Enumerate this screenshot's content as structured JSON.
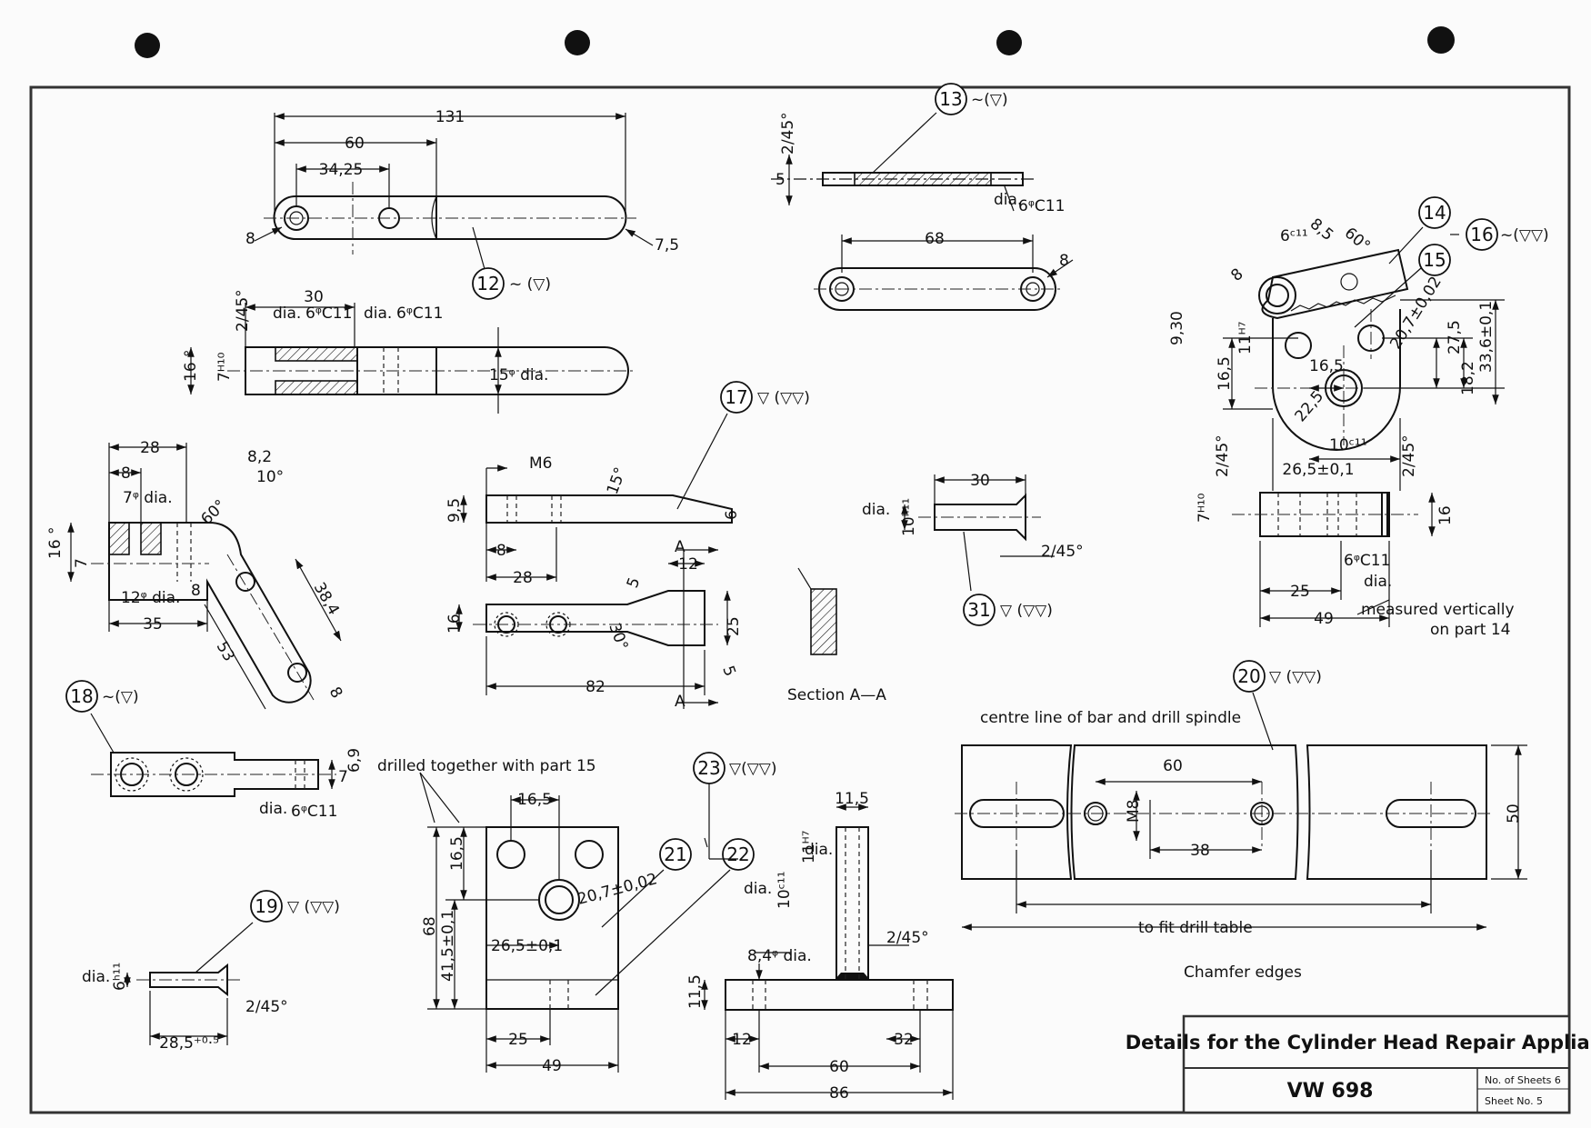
{
  "title_block": {
    "title": "Details for the Cylinder Head Repair Appliance",
    "drawing_no": "VW 698",
    "sheets_label": "No. of Sheets 6",
    "sheet_label": "Sheet No. 5"
  },
  "parts": {
    "p12": {
      "num": "12",
      "finish": "~ (▽)"
    },
    "p13": {
      "num": "13",
      "finish": "~(▽)"
    },
    "p14": {
      "num": "14"
    },
    "p15": {
      "num": "15"
    },
    "p16": {
      "num": "16",
      "finish": "~(▽▽)"
    },
    "p17": {
      "num": "17",
      "finish": "▽ (▽▽)"
    },
    "p18": {
      "num": "18",
      "finish": "~(▽)"
    },
    "p19": {
      "num": "19",
      "finish": "▽ (▽▽)"
    },
    "p20": {
      "num": "20",
      "finish": "▽ (▽▽)"
    },
    "p21": {
      "num": "21"
    },
    "p22": {
      "num": "22"
    },
    "p23": {
      "num": "23",
      "finish": "▽(▽▽)"
    },
    "p31": {
      "num": "31",
      "finish": "▽ (▽▽)"
    }
  },
  "notes": {
    "section": "Section A—A",
    "centre_line": "centre line of bar and drill spindle",
    "fit_table": "to fit drill table",
    "chamfer": "Chamfer edges",
    "drilled_together": "drilled together with part 15",
    "measured": "measured vertically",
    "on_part": "on part 14",
    "dia": "dia.",
    "A": "A"
  },
  "dims": {
    "p12": [
      "131",
      "60",
      "34,25",
      "8",
      "7,5",
      "30",
      "2/45°",
      "dia.",
      "6ᵠC11",
      "16 °",
      "7ᴴ¹⁰",
      "15ᵠ dia."
    ],
    "p13": [
      "2/45°",
      "5",
      "dia.",
      "6ᵠC11",
      "68",
      "8"
    ],
    "p16": [
      "6ᶜ¹¹",
      "8,5",
      "60°",
      "8",
      "9,30",
      "11ᴴ⁷",
      "16,5",
      "16,5",
      "20,7±0,02",
      "27,5",
      "33,6±0,1",
      "18,2",
      "22,5",
      "10ᶜ¹¹",
      "2/45°",
      "26,5±0,1",
      "2/45°",
      "7ᴴ¹⁰",
      "16",
      "6ᵠC11",
      "dia.",
      "25",
      "49"
    ],
    "p18a": [
      "28",
      "8",
      "7ᵠ dia.",
      "8,2",
      "10°",
      "60°",
      "16 °",
      "7",
      "12ᵠ dia.",
      "8",
      "35",
      "53",
      "38,4",
      "8"
    ],
    "p17": [
      "M6",
      "15°",
      "9,5",
      "6",
      "8",
      "28",
      "12",
      "5",
      "30°",
      "16",
      "25",
      "82",
      "5"
    ],
    "p31": [
      "30",
      "dia.",
      "10ʰ¹¹",
      "2/45°"
    ],
    "p18b": [
      "7",
      "6,9",
      "dia.",
      "6ᵠC11"
    ],
    "p19": [
      "dia.",
      "6ʰ¹¹",
      "2/45°",
      "28,5⁺⁰·⁵"
    ],
    "p21": [
      "16,5",
      "16,5",
      "20,7±0,02",
      "68",
      "41,5±0,1",
      "26,5±0,1",
      "25",
      "49"
    ],
    "p23": [
      "11,5",
      "11ᴴ⁷",
      "dia.",
      "dia.",
      "10ᶜ¹¹",
      "2/45°",
      "8,4ᵠ dia.",
      "11,5",
      "12",
      "32",
      "60",
      "86"
    ],
    "p20": [
      "60",
      "M8",
      "38",
      "50"
    ]
  }
}
